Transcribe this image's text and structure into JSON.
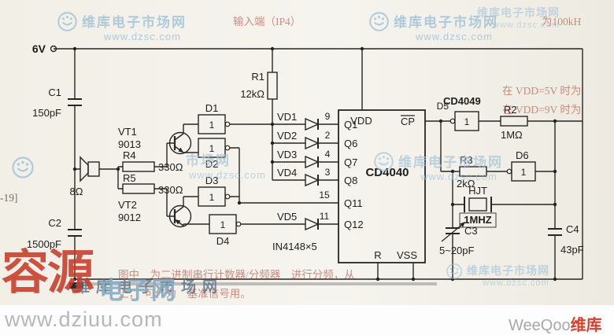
{
  "colors": {
    "watermark_blue": "#a3c4d8",
    "brand_red": "#c93a27",
    "wire_dark": "#262626"
  },
  "watermark": {
    "site_name": "维库电子市场网",
    "site_name_partial": "市场网",
    "site_url": "www.dzsc.com",
    "rongyuan": "容源",
    "dianziwang": "电子网",
    "bottom_url": "www.dziuu.com",
    "weeqoo_gray": "WeeQoo",
    "weeqoo_red": "维库"
  },
  "text_fragments": {
    "top_left": "输入端（IP4）",
    "top_right": "为100kH",
    "right_line1": "在 VDD=5V 时为",
    "right_line2": "在 VDD=9V 时为",
    "left_margin": "-19]",
    "bottom_line1": "图中　为二进制串行计数器/分频器　进行分频，从",
    "bottom_line2": "上，　可作为　基准信号用。"
  },
  "circuit": {
    "supply": "6V",
    "c1_name": "C1",
    "c1_value": "150pF",
    "c2_name": "C2",
    "c2_value": "1500pF",
    "speaker_impedance": "8Ω",
    "r4_name": "R4",
    "r4_value": "330Ω",
    "r5_name": "R5",
    "r5_value": "330Ω",
    "vt1_name": "VT1",
    "vt1_model": "9013",
    "vt2_name": "VT2",
    "vt2_model": "9012",
    "gate_symbol": "1",
    "d1": "D1",
    "d2": "D2",
    "d3": "D3",
    "d4": "D4",
    "d5": "D5",
    "d6": "D6",
    "r1_name": "R1",
    "r1_value": "12kΩ",
    "vd_labels": [
      "VD1",
      "VD2",
      "VD3",
      "VD4",
      "VD5"
    ],
    "diode_part": "IN4148×5",
    "ic1": {
      "name": "CD4040",
      "pin_vdd": "VDD",
      "pin_cp": "CP",
      "pin_r": "R",
      "pin_vss": "VSS",
      "outputs": [
        "Q1",
        "Q6",
        "Q7",
        "Q8",
        "Q11",
        "Q12"
      ],
      "pin_numbers": [
        "9",
        "2",
        "4",
        "3",
        "15",
        "11"
      ]
    },
    "ic2_name": "CD4049",
    "r2_name": "R2",
    "r2_value": "1MΩ",
    "r3_name": "R3",
    "r3_value": "2kΩ",
    "crystal_name": "HJT",
    "crystal_freq": "1MHZ",
    "c3_name": "C3",
    "c3_value": "5~20pF",
    "c4_name": "C4",
    "c4_value": "43pF"
  }
}
